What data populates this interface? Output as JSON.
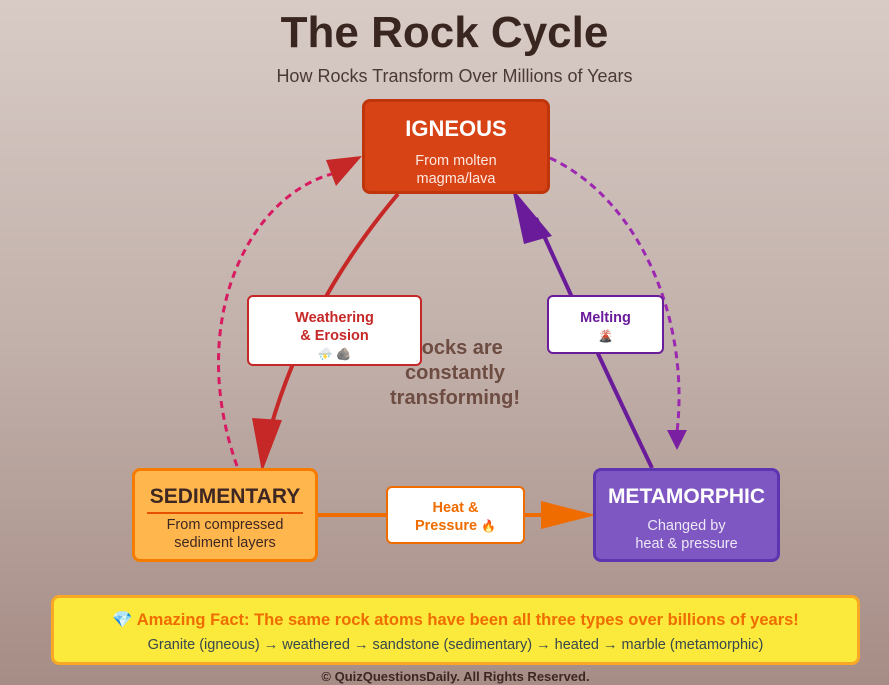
{
  "header": {
    "title": "The Rock Cycle",
    "subtitle": "How Rocks Transform Over Millions of Years"
  },
  "nodes": {
    "igneous": {
      "name": "IGNEOUS",
      "desc_line1": "From molten",
      "desc_line2": "magma/lava",
      "color": "#d84315"
    },
    "sedimentary": {
      "name": "SEDIMENTARY",
      "desc_line1": "From compressed",
      "desc_line2": "sediment layers",
      "color": "#ffb74d"
    },
    "metamorphic": {
      "name": "METAMORPHIC",
      "desc_line1": "Changed by",
      "desc_line2": "heat & pressure",
      "color": "#7e57c2"
    }
  },
  "processes": {
    "weathering": {
      "line1": "Weathering",
      "line2": "& Erosion",
      "icons": "⛈️ 🪨",
      "color": "#c62828"
    },
    "melting": {
      "line1": "Melting",
      "icon": "🌋",
      "color": "#6a1b9a"
    },
    "heat": {
      "line1": "Heat &",
      "line2": "Pressure",
      "icon": "🔥",
      "color": "#ef6c00"
    }
  },
  "center": {
    "line1": "Rocks are",
    "line2": "constantly",
    "line3": "transforming!"
  },
  "fact": {
    "icon": "💎",
    "title": "Amazing Fact: The same rock atoms have been all three types over billions of years!",
    "subtitle": "Granite (igneous) → weathered → sandstone (sedimentary) → heated → marble (metamorphic)"
  },
  "footer": "© QuizQuestionsDaily. All Rights Reserved."
}
